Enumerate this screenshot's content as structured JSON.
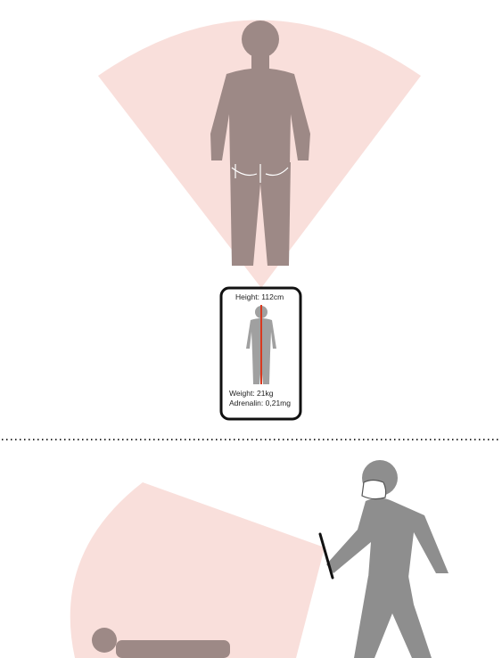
{
  "phone": {
    "height_label": "Height: 112cm",
    "weight_label": "Weight: 21kg",
    "adrenalin_label": "Adrenalin: 0,21mg"
  },
  "colors": {
    "scan_cone": "#f9dfdb",
    "person_silhouette": "#9d8986",
    "walker_silhouette": "#8e8e8e",
    "scan_line": "#d9391f",
    "divider": "#333333"
  },
  "icons": {
    "standing_person": "standing-person-icon",
    "walking_person": "walking-person-icon",
    "lying_person": "lying-person-icon",
    "mask": "face-mask-icon",
    "scanner": "handheld-scanner-icon"
  }
}
